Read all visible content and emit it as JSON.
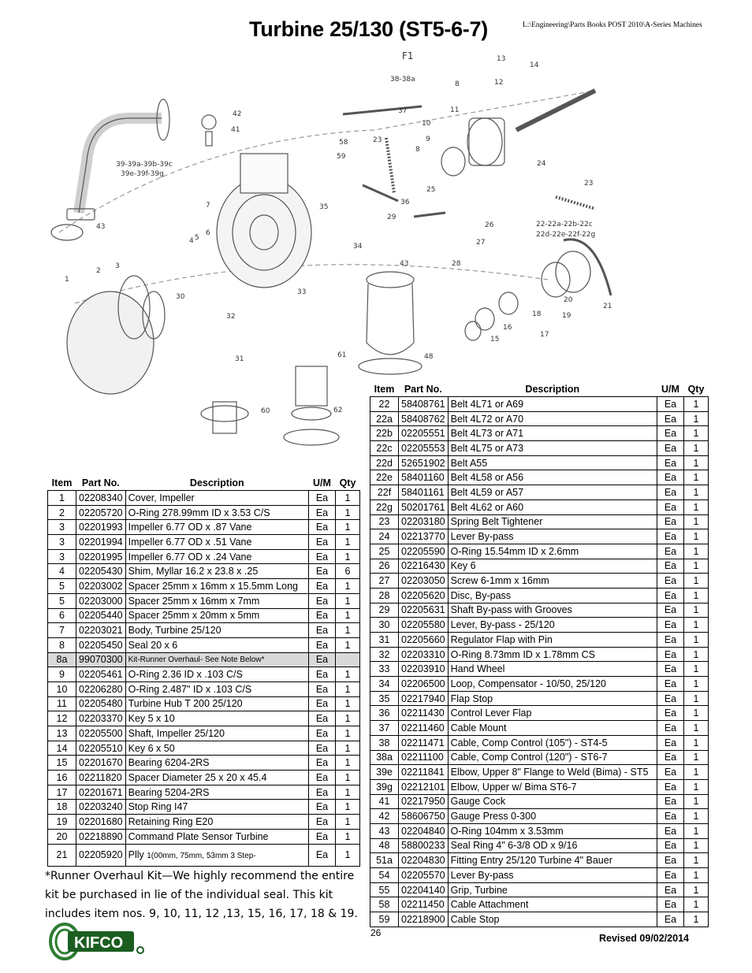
{
  "header": {
    "title": "Turbine 25/130 (ST5-6-7)",
    "path": "L:\\Engineering\\Parts Books POST 2010\\A-Series Machines"
  },
  "diagram_labels": [
    "F1",
    "13",
    "14",
    "38-38a",
    "37",
    "8",
    "12",
    "11",
    "10",
    "9",
    "8",
    "42",
    "41",
    "58",
    "59",
    "23",
    "24",
    "23",
    "25",
    "39-39a-39b-39c",
    "39e-39f-39g",
    "7",
    "35",
    "36",
    "29",
    "26",
    "22-22a-22b-22c",
    "22d-22e-22f-22g",
    "43",
    "4",
    "5",
    "6",
    "34",
    "27",
    "28",
    "43",
    "1",
    "2",
    "3",
    "33",
    "21",
    "20",
    "19",
    "18",
    "17",
    "16",
    "15",
    "30",
    "32",
    "61",
    "48",
    "31",
    "60",
    "62"
  ],
  "columns": {
    "item": "Item",
    "part": "Part No.",
    "desc": "Description",
    "um": "U/M",
    "qty": "Qty"
  },
  "left_rows": [
    [
      "1",
      "02208340",
      "Cover, Impeller",
      "Ea",
      "1"
    ],
    [
      "2",
      "02205720",
      "O-Ring 278.99mm ID x 3.53 C/S",
      "Ea",
      "1"
    ],
    [
      "3",
      "02201993",
      "Impeller 6.77 OD x .87 Vane",
      "Ea",
      "1"
    ],
    [
      "3",
      "02201994",
      "Impeller 6.77 OD x .51 Vane",
      "Ea",
      "1"
    ],
    [
      "3",
      "02201995",
      "Impeller 6.77 OD x .24 Vane",
      "Ea",
      "1"
    ],
    [
      "4",
      "02205430",
      "Shim, Myllar 16.2 x 23.8 x .25",
      "Ea",
      "6"
    ],
    [
      "5",
      "02203002",
      "Spacer 25mm x 16mm x 15.5mm Long",
      "Ea",
      "1"
    ],
    [
      "5",
      "02203000",
      "Spacer 25mm x 16mm x 7mm",
      "Ea",
      "1"
    ],
    [
      "6",
      "02205440",
      "Spacer 25mm x 20mm x 5mm",
      "Ea",
      "1"
    ],
    [
      "7",
      "02203021",
      "Body, Turbine 25/120",
      "Ea",
      "1"
    ],
    [
      "8",
      "02205450",
      "Seal 20 x 6",
      "Ea",
      "1"
    ],
    [
      "8a",
      "99070300",
      "Kit-Runner Overhaul- See Note Below*",
      "Ea",
      ""
    ],
    [
      "9",
      "02205461",
      "O-Ring 2.36 ID x .103 C/S",
      "Ea",
      "1"
    ],
    [
      "10",
      "02206280",
      "O-Ring 2.487\" ID x .103 C/S",
      "Ea",
      "1"
    ],
    [
      "11",
      "02205480",
      "Turbine Hub T 200 25/120",
      "Ea",
      "1"
    ],
    [
      "12",
      "02203370",
      "Key 5 x 10",
      "Ea",
      "1"
    ],
    [
      "13",
      "02205500",
      "Shaft, Impeller 25/120",
      "Ea",
      "1"
    ],
    [
      "14",
      "02205510",
      "Key 6 x 50",
      "Ea",
      "1"
    ],
    [
      "15",
      "02201670",
      "Bearing 6204-2RS",
      "Ea",
      "1"
    ],
    [
      "16",
      "02211820",
      "Spacer Diameter 25 x 20 x 45.4",
      "Ea",
      "1"
    ],
    [
      "17",
      "02201671",
      "Bearing 5204-2RS",
      "Ea",
      "1"
    ],
    [
      "18",
      "02203240",
      "Stop Ring I47",
      "Ea",
      "1"
    ],
    [
      "19",
      "02201680",
      "Retaining Ring E20",
      "Ea",
      "1"
    ],
    [
      "20",
      "02218890",
      "Command Plate Sensor Turbine",
      "Ea",
      "1"
    ]
  ],
  "left_last": {
    "item": "21",
    "part": "02205920",
    "desc_main": "Plly ",
    "desc_small": "1(00mm, 75mm, 53mm 3 Step-",
    "um": "Ea",
    "qty": "1"
  },
  "right_rows": [
    [
      "22",
      "58408761",
      "Belt 4L71 or A69",
      "Ea",
      "1"
    ],
    [
      "22a",
      "58408762",
      "Belt 4L72 or A70",
      "Ea",
      "1"
    ],
    [
      "22b",
      "02205551",
      "Belt 4L73 or A71",
      "Ea",
      "1"
    ],
    [
      "22c",
      "02205553",
      "Belt 4L75 or A73",
      "Ea",
      "1"
    ],
    [
      "22d",
      "52651902",
      "Belt A55",
      "Ea",
      "1"
    ],
    [
      "22e",
      "58401160",
      "Belt 4L58 or A56",
      "Ea",
      "1"
    ],
    [
      "22f",
      "58401161",
      "Belt 4L59 or A57",
      "Ea",
      "1"
    ],
    [
      "22g",
      "50201761",
      "Belt 4L62 or A60",
      "Ea",
      "1"
    ],
    [
      "23",
      "02203180",
      "Spring Belt Tightener",
      "Ea",
      "1"
    ],
    [
      "24",
      "02213770",
      "Lever By-pass",
      "Ea",
      "1"
    ],
    [
      "25",
      "02205590",
      "O-Ring 15.54mm ID x 2.6mm",
      "Ea",
      "1"
    ],
    [
      "26",
      "02216430",
      "Key 6",
      "Ea",
      "1"
    ],
    [
      "27",
      "02203050",
      "Screw 6-1mm x 16mm",
      "Ea",
      "1"
    ],
    [
      "28",
      "02205620",
      "Disc, By-pass",
      "Ea",
      "1"
    ],
    [
      "29",
      "02205631",
      "Shaft By-pass with Grooves",
      "Ea",
      "1"
    ],
    [
      "30",
      "02205580",
      "Lever, By-pass - 25/120",
      "Ea",
      "1"
    ],
    [
      "31",
      "02205660",
      "Regulator Flap with Pin",
      "Ea",
      "1"
    ],
    [
      "32",
      "02203310",
      "O-Ring 8.73mm ID x 1.78mm CS",
      "Ea",
      "1"
    ],
    [
      "33",
      "02203910",
      "Hand Wheel",
      "Ea",
      "1"
    ],
    [
      "34",
      "02206500",
      "Loop, Compensator - 10/50, 25/120",
      "Ea",
      "1"
    ],
    [
      "35",
      "02217940",
      "Flap Stop",
      "Ea",
      "1"
    ],
    [
      "36",
      "02211430",
      "Control Lever Flap",
      "Ea",
      "1"
    ],
    [
      "37",
      "02211460",
      "Cable Mount",
      "Ea",
      "1"
    ],
    [
      "38",
      "02211471",
      "Cable, Comp Control (105\") - ST4-5",
      "Ea",
      "1"
    ],
    [
      "38a",
      "02211100",
      "Cable, Comp Control (120\") - ST6-7",
      "Ea",
      "1"
    ],
    [
      "39e",
      "02211841",
      "Elbow, Upper 8\" Flange to Weld (Bima) - ST5",
      "Ea",
      "1"
    ],
    [
      "39g",
      "02212101",
      "Elbow, Upper w/ Bima ST6-7",
      "Ea",
      "1"
    ],
    [
      "41",
      "02217950",
      "Gauge Cock",
      "Ea",
      "1"
    ],
    [
      "42",
      "58606750",
      "Gauge Press 0-300",
      "Ea",
      "1"
    ],
    [
      "43",
      "02204840",
      "O-Ring 104mm x 3.53mm",
      "Ea",
      "1"
    ],
    [
      "48",
      "58800233",
      "Seal Ring 4\" 6-3/8 OD x 9/16",
      "Ea",
      "1"
    ],
    [
      "51a",
      "02204830",
      "Fitting Entry 25/120 Turbine 4\" Bauer",
      "Ea",
      "1"
    ],
    [
      "54",
      "02205570",
      "Lever By-pass",
      "Ea",
      "1"
    ],
    [
      "55",
      "02204140",
      "Grip, Turbine",
      "Ea",
      "1"
    ],
    [
      "58",
      "02211450",
      "Cable Attachment",
      "Ea",
      "1"
    ],
    [
      "59",
      "02218900",
      "Cable Stop",
      "Ea",
      "1"
    ]
  ],
  "note": "*Runner Overhaul Kit—We highly recommend the entire kit be purchased in lie of the individual seal.  This kit includes item nos. 9, 10, 11, 12 ,13, 15, 16, 17, 18 & 19.",
  "footer": {
    "page": "26",
    "revised": "Revised 09/02/2014",
    "logo_text": "KIFCO"
  }
}
